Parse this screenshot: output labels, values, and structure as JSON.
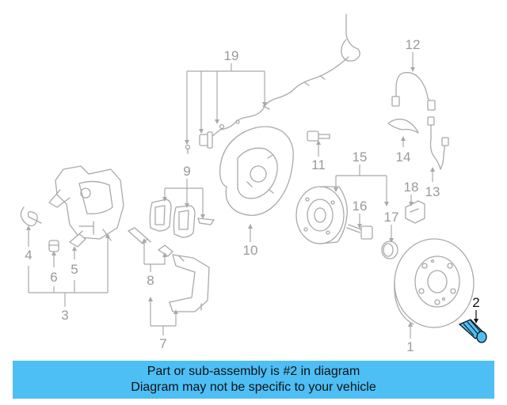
{
  "diagram": {
    "callouts": [
      {
        "id": "1",
        "label": "1"
      },
      {
        "id": "2",
        "label": "2",
        "highlighted": true
      },
      {
        "id": "3",
        "label": "3"
      },
      {
        "id": "4",
        "label": "4"
      },
      {
        "id": "5",
        "label": "5"
      },
      {
        "id": "6",
        "label": "6"
      },
      {
        "id": "7",
        "label": "7"
      },
      {
        "id": "8",
        "label": "8"
      },
      {
        "id": "9",
        "label": "9"
      },
      {
        "id": "10",
        "label": "10"
      },
      {
        "id": "11",
        "label": "11"
      },
      {
        "id": "12",
        "label": "12"
      },
      {
        "id": "13",
        "label": "13"
      },
      {
        "id": "14",
        "label": "14"
      },
      {
        "id": "15",
        "label": "15"
      },
      {
        "id": "16",
        "label": "16"
      },
      {
        "id": "17",
        "label": "17"
      },
      {
        "id": "18",
        "label": "18"
      },
      {
        "id": "19",
        "label": "19"
      }
    ],
    "colors": {
      "parts": "#a9a9a9",
      "labels": "#9a9a9a",
      "highlighted_part": "#4dbff5",
      "highlighted_label": "#111111",
      "banner": "#4dbff5"
    }
  },
  "banner": {
    "line1": "Part or sub-assembly is #2 in diagram",
    "line2": "Diagram may not be specific to your vehicle"
  }
}
